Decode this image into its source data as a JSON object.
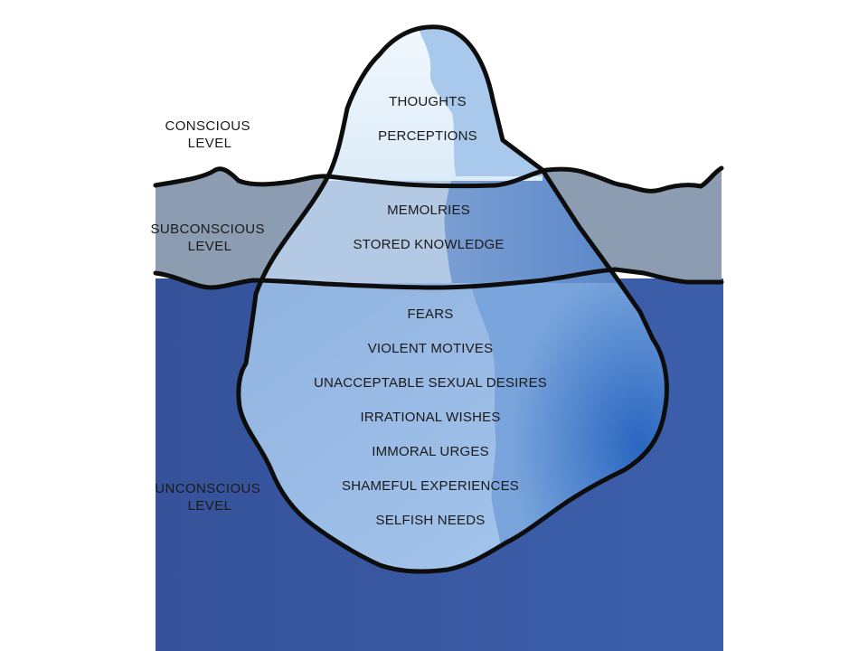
{
  "levels": {
    "conscious": [
      "CONSCIOUS",
      "LEVEL"
    ],
    "subconscious": [
      "SUBCONSCIOUS",
      "LEVEL"
    ],
    "unconscious": [
      "UNCONSCIOUS",
      "LEVEL"
    ]
  },
  "conscious_items": [
    "THOUGHTS",
    "PERCEPTIONS"
  ],
  "subconscious_items": [
    "MEMOLRIES",
    "STORED KNOWLEDGE"
  ],
  "unconscious_items": [
    "FEARS",
    "VIOLENT MOTIVES",
    "UNACCEPTABLE SEXUAL DESIRES",
    "IRRATIONAL WISHES",
    "IMMORAL URGES",
    "SHAMEFUL EXPERIENCES",
    "SELFISH NEEDS"
  ],
  "colors": {
    "subconscious_band": "#8c9db1",
    "deep_water": "#3a5ca6",
    "outline": "#0d0d0d",
    "ice_tip_light": "#e4f1fb",
    "ice_tip_shade": "#a9c9ec",
    "ice_mid_light": "#b2c9e4",
    "ice_mid_shade": "#5e86c4",
    "ice_deep_light": "#9dbfe6",
    "ice_deep_shade": "#2f6bc2"
  }
}
